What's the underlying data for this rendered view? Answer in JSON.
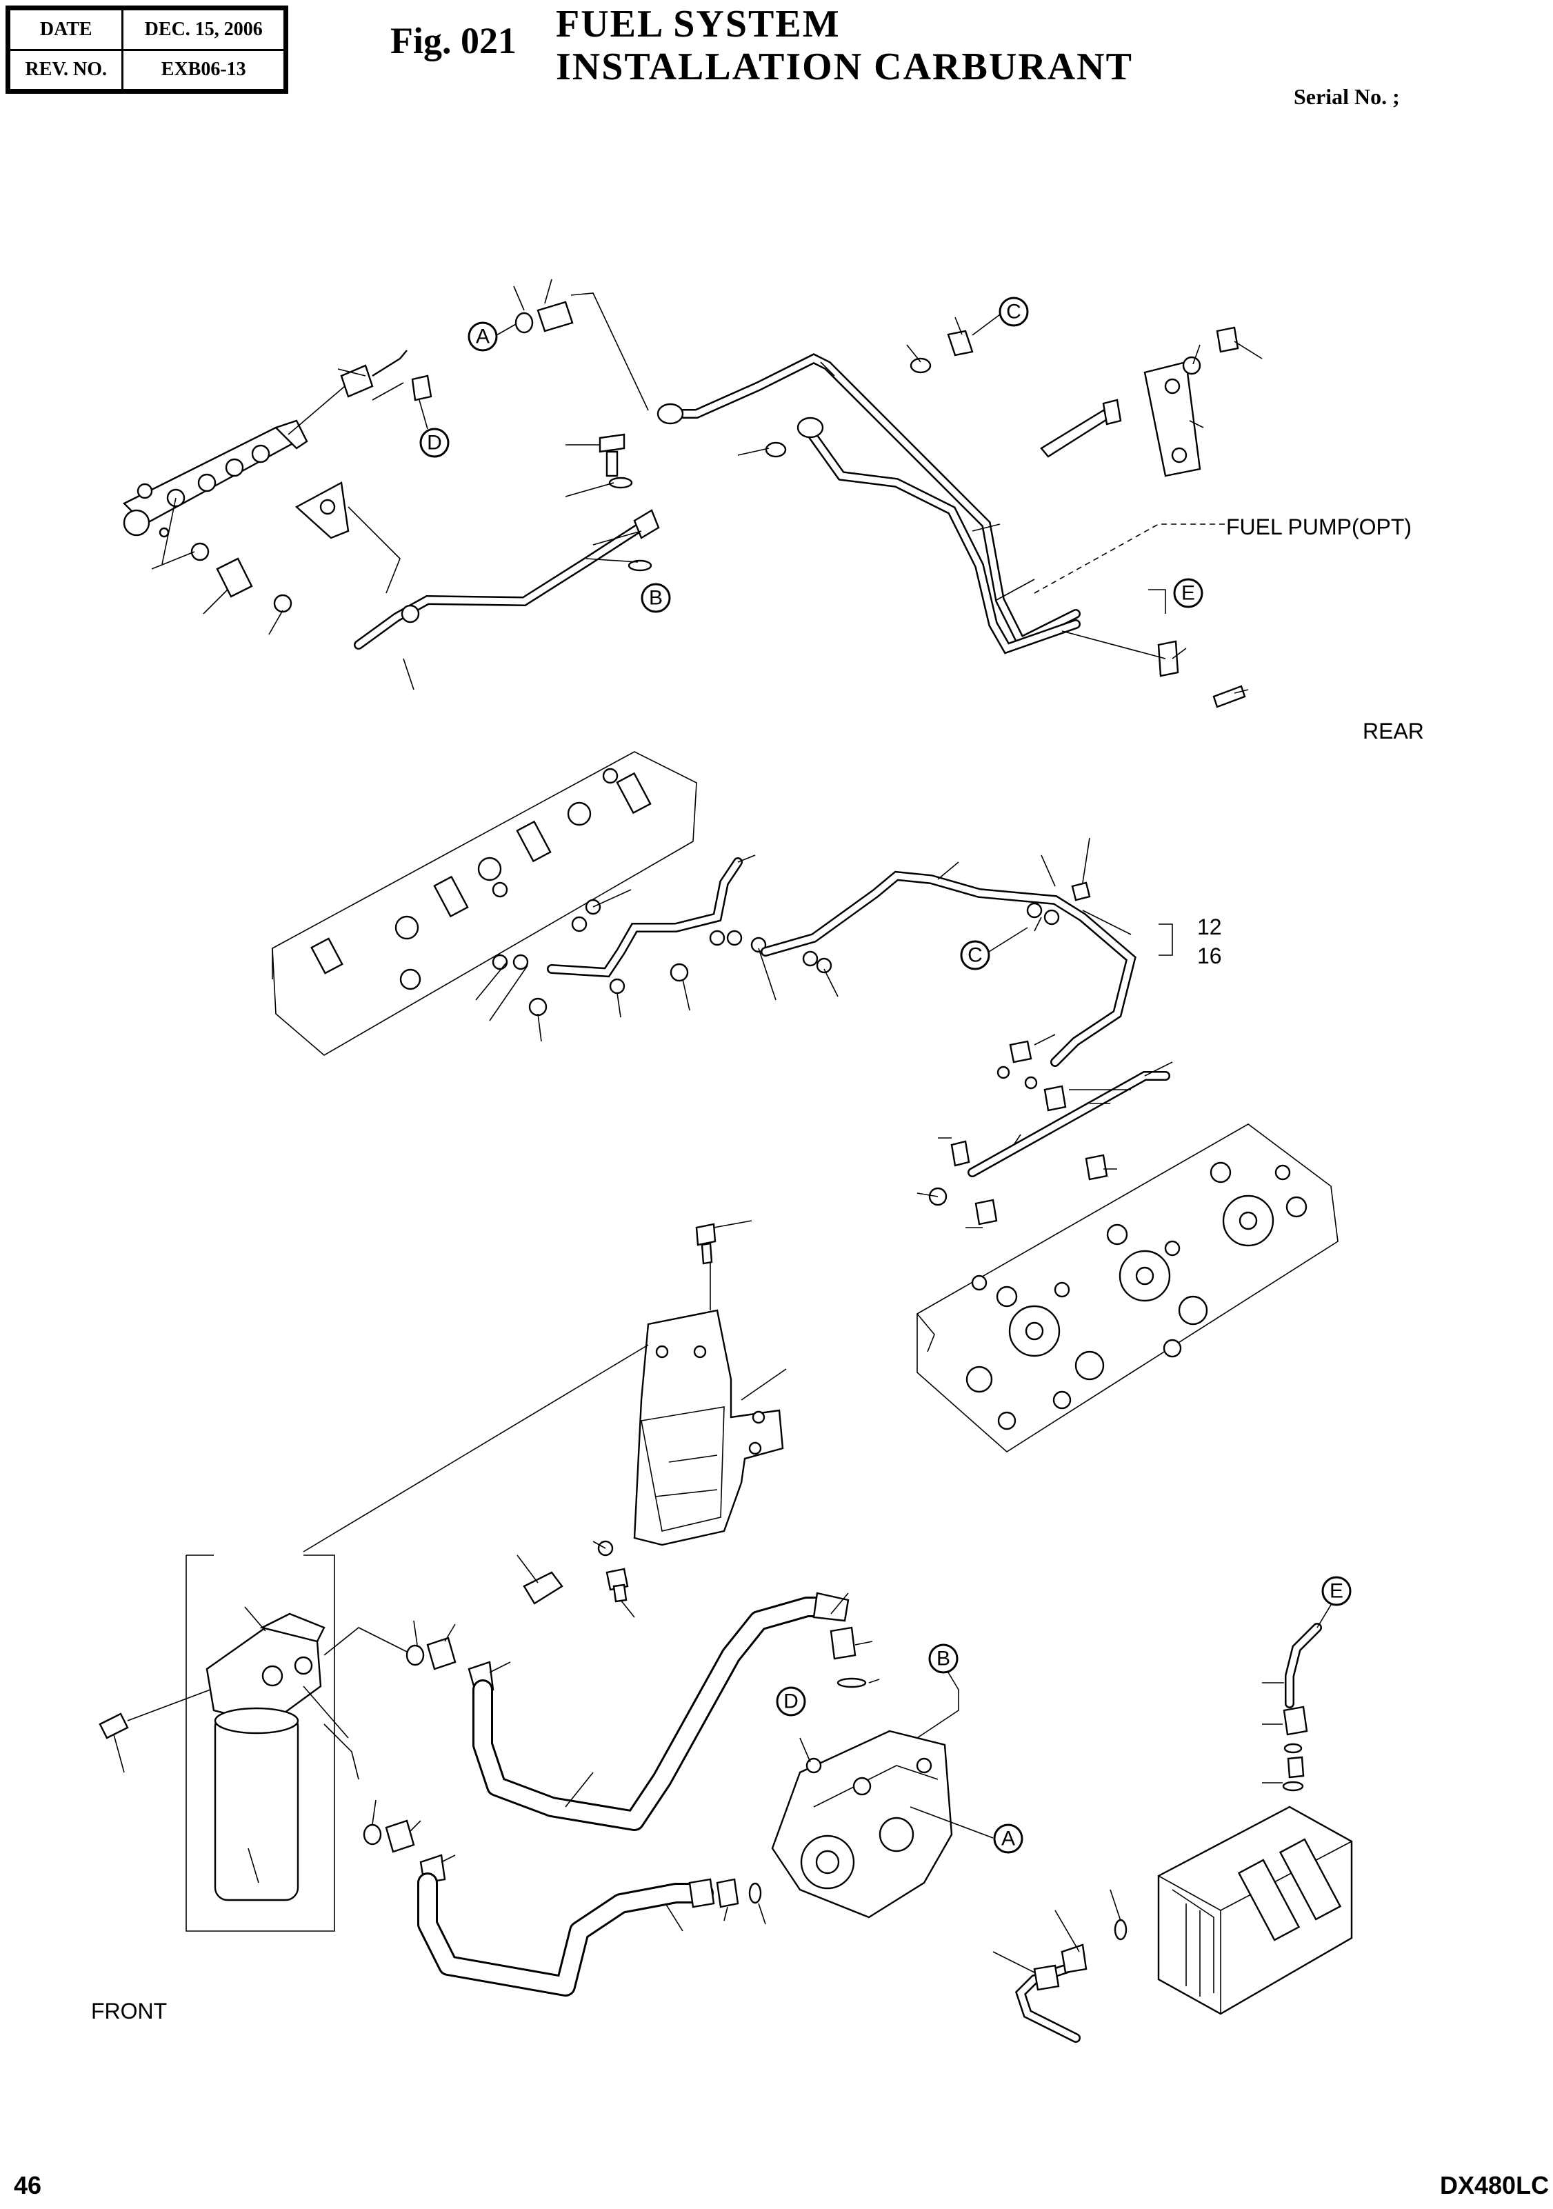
{
  "header": {
    "date_label": "DATE",
    "date_value": "DEC. 15, 2006",
    "rev_label": "REV. NO.",
    "rev_value": "EXB06-13"
  },
  "figure": {
    "number": "Fig. 021",
    "title_line1": "FUEL  SYSTEM",
    "title_line2": "INSTALLATION  CARBURANT",
    "serial": "Serial No. ;"
  },
  "notes": {
    "fuel_pump": "FUEL PUMP(OPT)",
    "rear": "REAR",
    "front": "FRONT",
    "ref_a": "12",
    "ref_b": "16"
  },
  "callouts": {
    "a": "A",
    "b": "B",
    "c": "C",
    "d": "D",
    "e": "E"
  },
  "footer": {
    "page_number": "46",
    "model": "DX480LC"
  }
}
